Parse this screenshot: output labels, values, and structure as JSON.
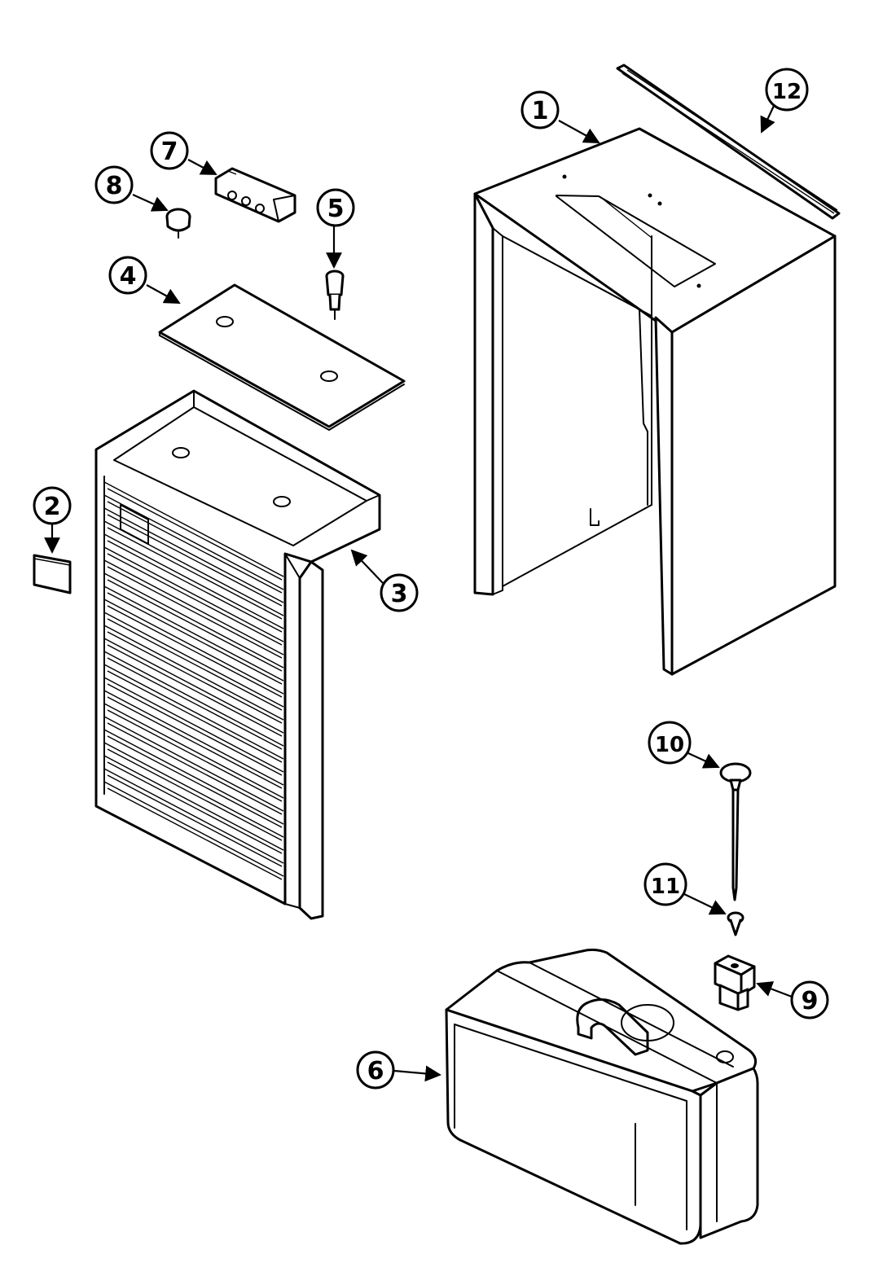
{
  "diagram": {
    "callouts": {
      "c1": "1",
      "c2": "2",
      "c3": "3",
      "c4": "4",
      "c5": "5",
      "c6": "6",
      "c7": "7",
      "c8": "8",
      "c9": "9",
      "c10": "10",
      "c11": "11",
      "c12": "12"
    },
    "colors": {
      "line": "#000000",
      "background": "#ffffff"
    }
  }
}
